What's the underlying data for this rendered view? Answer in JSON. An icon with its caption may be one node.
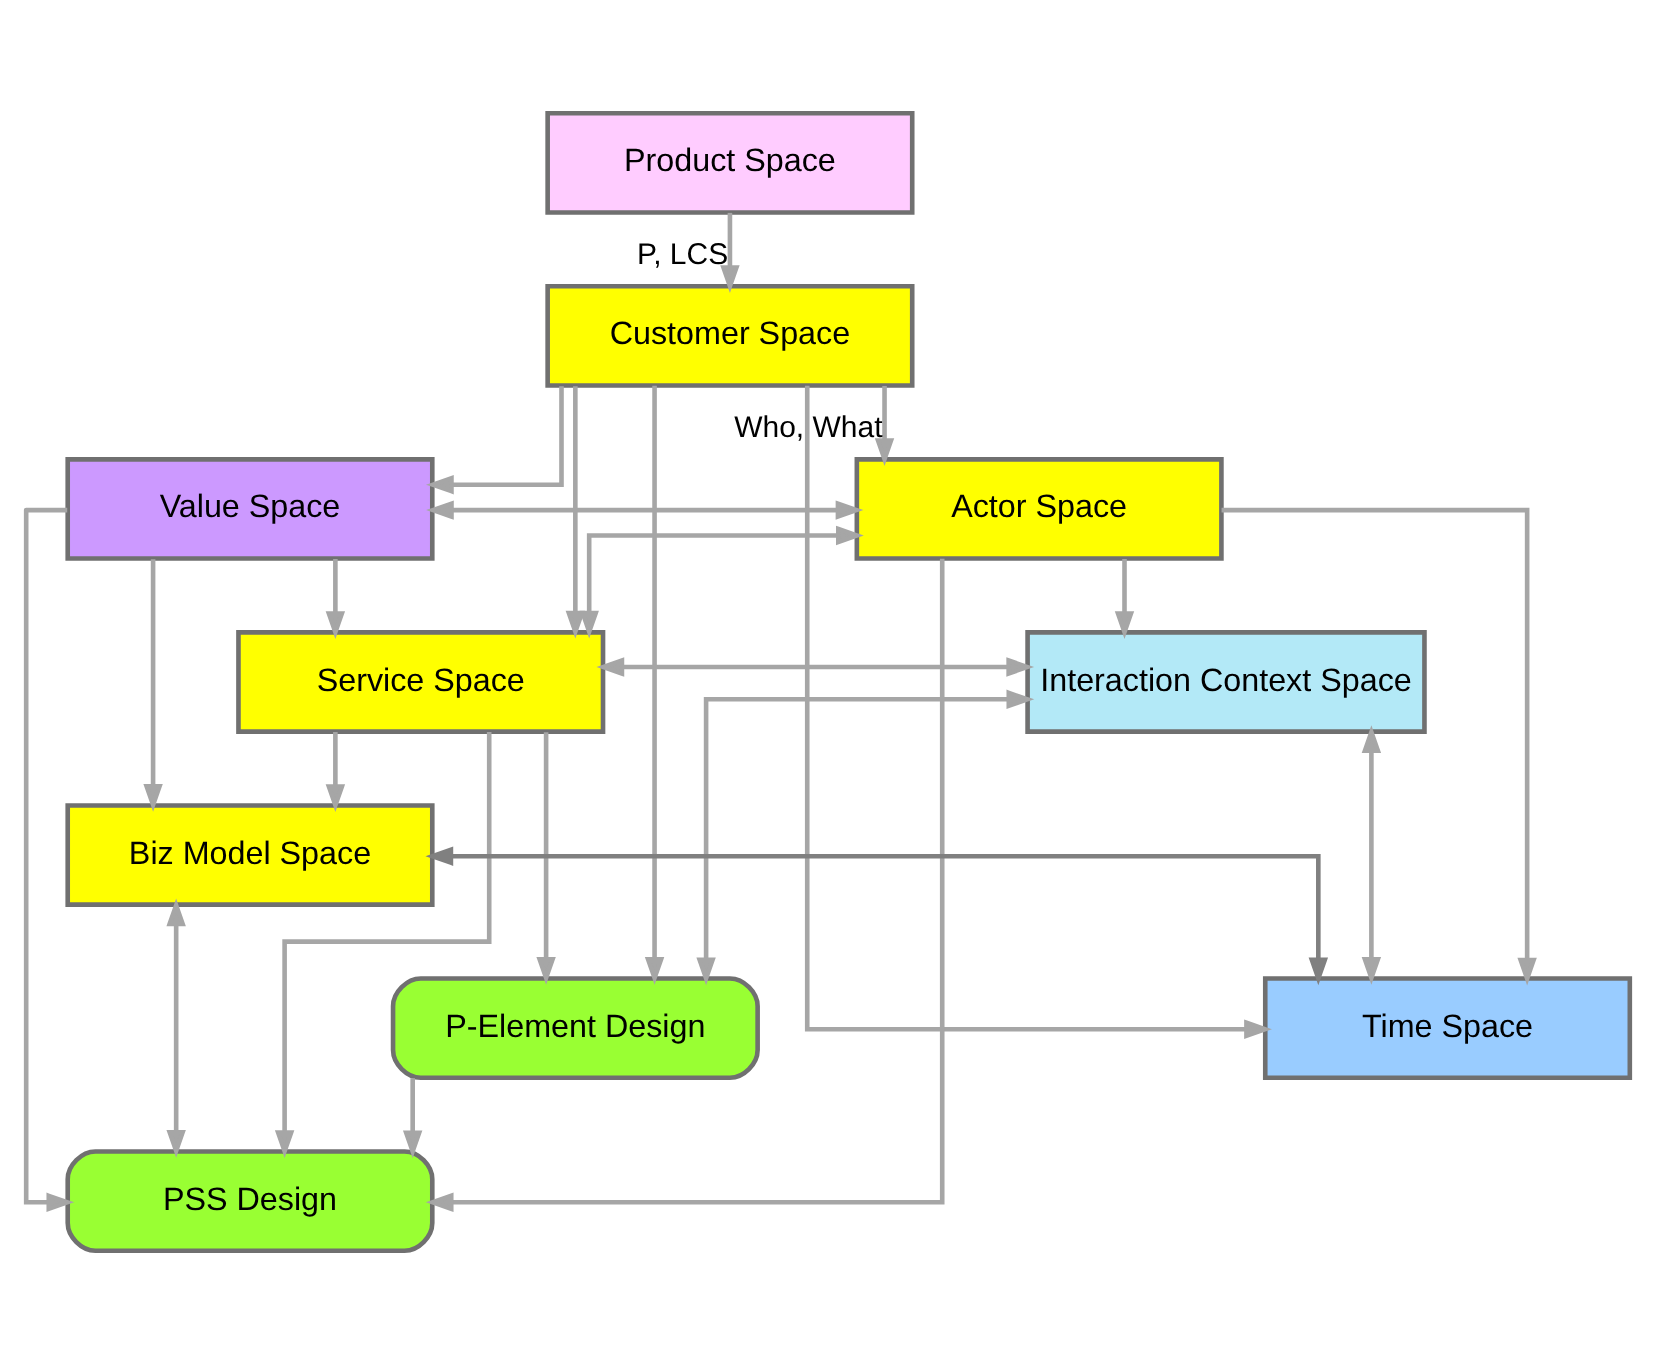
{
  "diagram": {
    "nodes": [
      {
        "text": [
          "Product Space"
        ]
      },
      {
        "text": [
          "Customer Space"
        ]
      },
      {
        "text": [
          "Value Space"
        ]
      },
      {
        "text": [
          "Actor Space"
        ]
      },
      {
        "text": [
          "Service Space"
        ]
      },
      {
        "text": [
          "Interaction Context Space"
        ]
      },
      {
        "text": [
          "Biz Model Space"
        ]
      },
      {
        "text": [
          "P-Element Design"
        ]
      },
      {
        "text": [
          "Time Space"
        ]
      },
      {
        "text": [
          "PSS Design"
        ]
      }
    ],
    "edges": [
      {
        "from": 0,
        "to": 1,
        "arrow": "to",
        "label": "P, LCS"
      },
      {
        "from": 1,
        "to": 2,
        "arrow": "to"
      },
      {
        "from": 1,
        "to": 4,
        "arrow": "to"
      },
      {
        "from": 1,
        "to": 3,
        "arrow": "to",
        "label": "Who, What"
      },
      {
        "from": 1,
        "to": 8,
        "arrow": "to"
      },
      {
        "from": 1,
        "to": 7,
        "arrow": "to"
      },
      {
        "from": 2,
        "to": 3,
        "arrow": "both"
      },
      {
        "from": 2,
        "to": 4,
        "arrow": "to"
      },
      {
        "from": 3,
        "to": 4,
        "arrow": "both"
      },
      {
        "from": 3,
        "to": 5,
        "arrow": "to"
      },
      {
        "from": 3,
        "to": 9,
        "arrow": "to"
      },
      {
        "from": 3,
        "to": 8,
        "arrow": "to"
      },
      {
        "from": 2,
        "to": 9,
        "arrow": "to"
      },
      {
        "from": 2,
        "to": 6,
        "arrow": "to"
      },
      {
        "from": 4,
        "to": 5,
        "arrow": "both"
      },
      {
        "from": 4,
        "to": 6,
        "arrow": "to"
      },
      {
        "from": 4,
        "to": 7,
        "arrow": "to"
      },
      {
        "from": 4,
        "to": 9,
        "arrow": "to"
      },
      {
        "from": 7,
        "to": 9,
        "arrow": "to"
      },
      {
        "from": 6,
        "to": 9,
        "arrow": "both"
      },
      {
        "from": 6,
        "to": 8,
        "arrow": "both",
        "color": "#808080"
      },
      {
        "from": 5,
        "to": 7,
        "arrow": "both"
      },
      {
        "from": 5,
        "to": 8,
        "arrow": "both"
      }
    ]
  }
}
